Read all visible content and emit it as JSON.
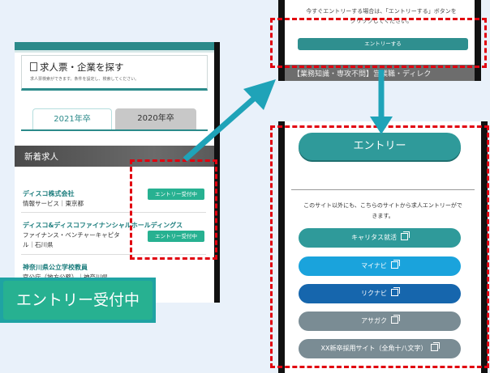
{
  "left_screen": {
    "search_title": "求人票・企業を探す",
    "search_subtitle": "求人票検索ができます。条件を設定し、検索してください。",
    "tabs": [
      {
        "label": "2021年卒"
      },
      {
        "label": "2020年卒"
      }
    ],
    "section_header": "新着求人",
    "listings": [
      {
        "company": "ディスコ株式会社",
        "meta": "情報サービス｜東京都",
        "entry_label": "エントリー受付中"
      },
      {
        "company": "ディスコ&ディスコファイナンシャルホールディングス",
        "meta_line1": "ファイナンス・ベンチャーキャピタ",
        "meta_line2": "ル｜石川県",
        "entry_label": "エントリー受付中"
      },
      {
        "company": "神奈川県公立学校教員",
        "meta": "官公庁（地方公務）｜神奈川県"
      }
    ]
  },
  "callout": {
    "big_entry_label": "エントリー受付中"
  },
  "top_right_screen": {
    "note_line1": "今すぐエントリーする場合は、「エントリーする」ボタンを",
    "note_line2": "クリックしてください。",
    "entry_button_label": "エントリーする",
    "bottom_text": "【業務知識・専攻不問】営業職・ディレク"
  },
  "bottom_right_screen": {
    "entry_button_label": "エントリー",
    "info_text_line1": "このサイト以外にも、こちらのサイトから求人エントリーがで",
    "info_text_line2": "きます。",
    "sites": [
      {
        "label": "キャリタス就活",
        "color": "#2f9a9a"
      },
      {
        "label": "マイナビ",
        "color": "#1aa3dc"
      },
      {
        "label": "リクナビ",
        "color": "#1666ad"
      },
      {
        "label": "アサガク",
        "color": "#7a8c94"
      },
      {
        "label": "XX新卒採用サイト（全角十八文字）",
        "color": "#7a8c94"
      }
    ]
  },
  "colors": {
    "highlight_dash": "#e1000f",
    "arrow": "#1fa3b8",
    "entry_green": "#27b191"
  }
}
